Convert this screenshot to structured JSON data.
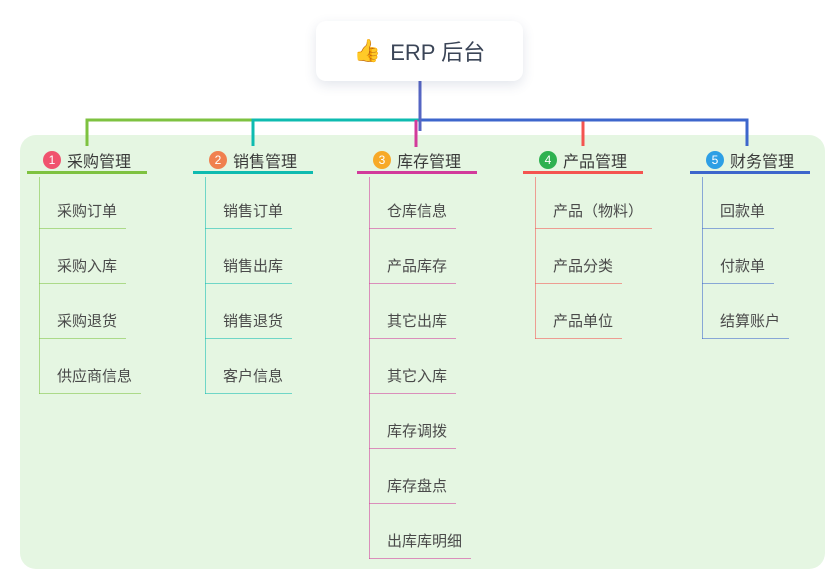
{
  "root": {
    "icon": "👍",
    "icon_name": "thumbs-up-icon",
    "title": "ERP 后台",
    "connector_color": "#5565c3"
  },
  "branches": [
    {
      "number": "1",
      "label": "采购管理",
      "color": "#7ec240",
      "badge_color": "#f0536e",
      "children": [
        "采购订单",
        "采购入库",
        "采购退货",
        "供应商信息"
      ]
    },
    {
      "number": "2",
      "label": "销售管理",
      "color": "#0ebbb0",
      "badge_color": "#f0804f",
      "children": [
        "销售订单",
        "销售出库",
        "销售退货",
        "客户信息"
      ]
    },
    {
      "number": "3",
      "label": "库存管理",
      "color": "#d23a9b",
      "badge_color": "#f7a928",
      "children": [
        "仓库信息",
        "产品库存",
        "其它出库",
        "其它入库",
        "库存调拨",
        "库存盘点",
        "出库库明细"
      ]
    },
    {
      "number": "4",
      "label": "产品管理",
      "color": "#f45450",
      "badge_color": "#2eb150",
      "children": [
        "产品（物料）",
        "产品分类",
        "产品单位"
      ]
    },
    {
      "number": "5",
      "label": "财务管理",
      "color": "#3d66cc",
      "badge_color": "#2d9fe5",
      "children": [
        "回款单",
        "付款单",
        "结算账户"
      ]
    }
  ],
  "colors": {
    "canvas_bg": "#ffffff",
    "panel_bg": "#e5f6e2",
    "root_text": "#3b4557",
    "branch_label_text": "#3a3a3a",
    "child_text": "#4a4a4a"
  }
}
